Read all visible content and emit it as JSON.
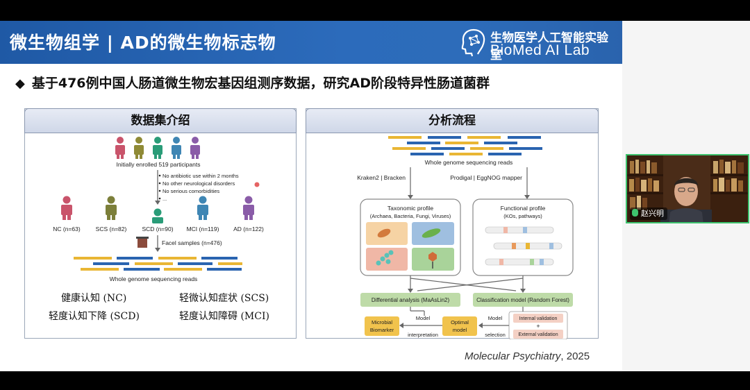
{
  "slide": {
    "header_title": "微生物组学 | AD的微生物标志物",
    "logo_cn": "生物医学人工智能实验室",
    "logo_en": "BioMed AI Lab",
    "bullet": "基于476例中国人肠道微生物宏基因组测序数据，研究AD阶段特异性肠道菌群",
    "left_panel": {
      "title": "数据集介绍",
      "enrolled": "Initially enrolled 519 participants",
      "criteria": [
        "No antibiotic use within 2 months",
        "No other neurological disorders",
        "No serious comorbidities",
        "..."
      ],
      "groups": [
        {
          "label": "NC (n=63)",
          "color": "#c9546b"
        },
        {
          "label": "SCS (n=82)",
          "color": "#7c7f3a"
        },
        {
          "label": "SCD (n=90)",
          "color": "#2a9c78"
        },
        {
          "label": "MCI (n=119)",
          "color": "#3f86b4"
        },
        {
          "label": "AD (n=122)",
          "color": "#8a5ca8"
        }
      ],
      "fecal": "Facel samples (n=476)",
      "wgs": "Whole genome sequencing reads",
      "stages": [
        "健康认知 (NC)",
        "轻微认知症状 (SCS)",
        "轻度认知下降 (SCD)",
        "轻度认知障碍 (MCI)"
      ]
    },
    "right_panel": {
      "title": "分析流程",
      "wgs": "Whole genome sequencing reads",
      "tool_left": "Kraken2 | Bracken",
      "tool_right": "Prodigal | EggNOG mapper",
      "taxo_title": "Taxonomic profile",
      "taxo_sub": "(Archaea, Bacteria, Fungi, Viruses)",
      "func_title": "Functional profile",
      "func_sub": "(KOs, pathways)",
      "diff": "Differential analysis (MaAsLin2)",
      "classif": "Classification model (Random Forest)",
      "internal": "Internal validation",
      "plus": "+",
      "external": "External validation",
      "model_sel_1": "Model",
      "model_sel_2": "selection",
      "optimal_1": "Optimal",
      "optimal_2": "model",
      "interp_1": "Model",
      "interp_2": "interpretation",
      "biomarker_1": "Microbial",
      "biomarker_2": "Biomarker"
    },
    "citation_journal": "Molecular Psychiatry",
    "citation_year": ", 2025"
  },
  "webcam": {
    "name": "赵兴明"
  },
  "colors": {
    "header": "#2c6bbb",
    "accent_green": "#3ec36e",
    "yellow": "#e9b634",
    "blue": "#2a64b0"
  }
}
